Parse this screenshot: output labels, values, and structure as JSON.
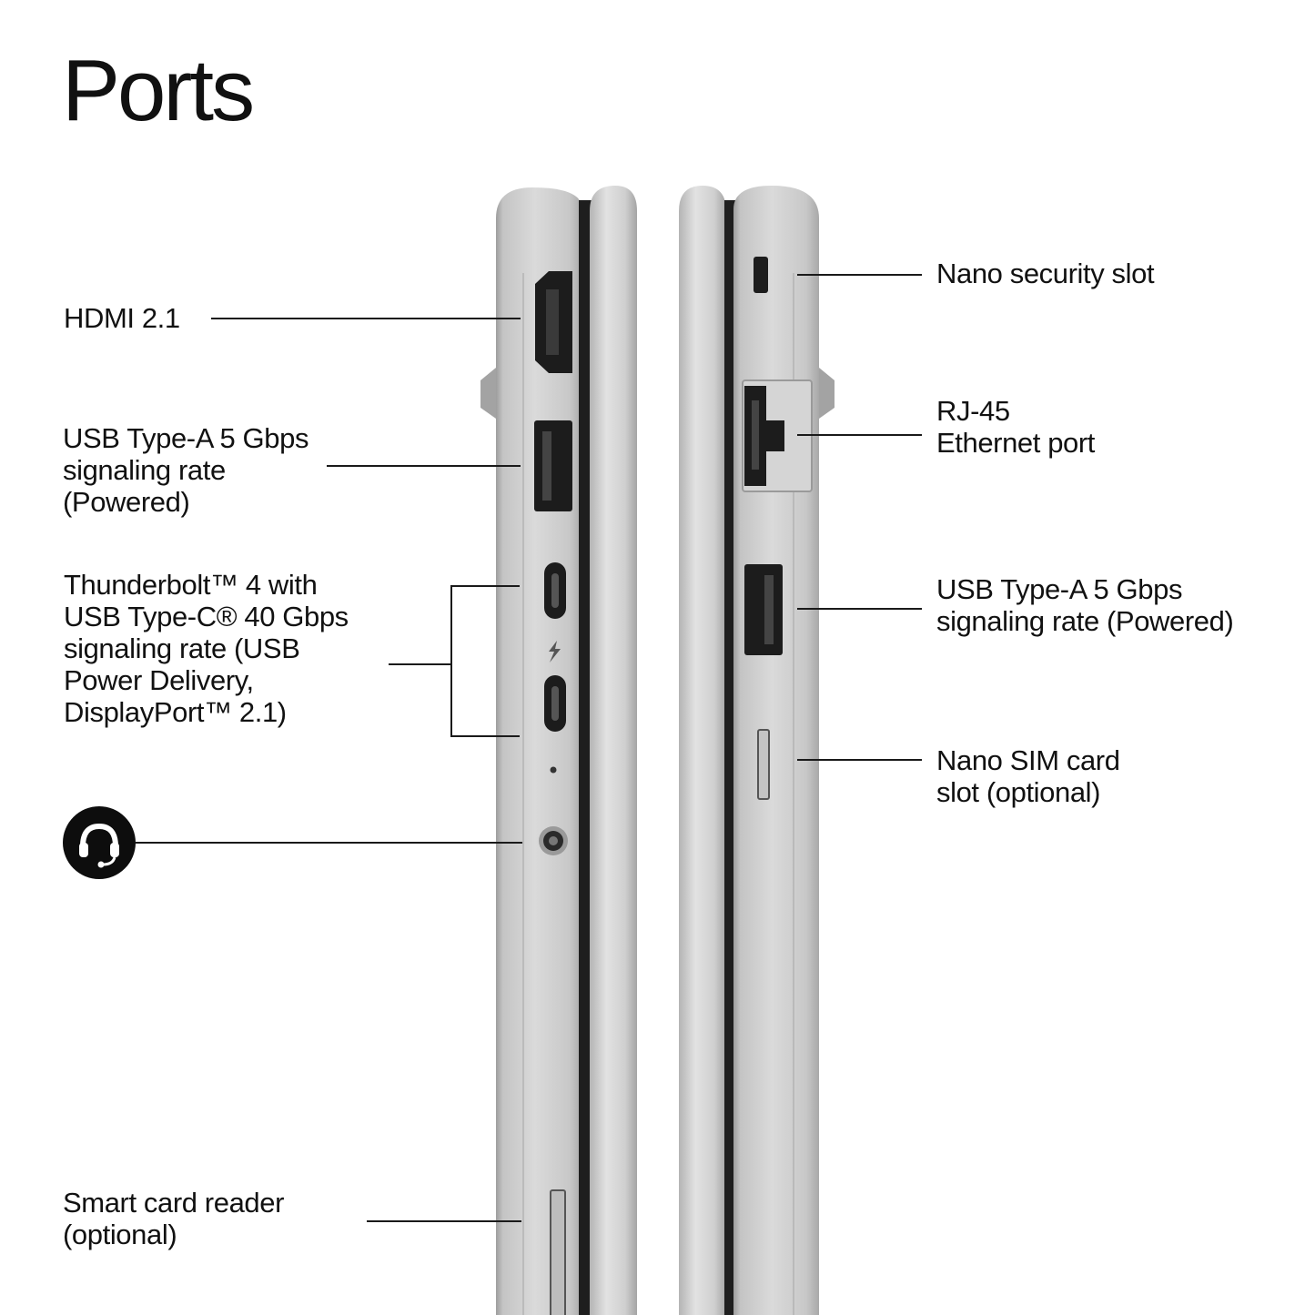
{
  "title": "Ports",
  "left_labels": {
    "hdmi": [
      "HDMI 2.1"
    ],
    "usb_a": [
      "USB Type-A 5 Gbps",
      "signaling rate",
      "(Powered)"
    ],
    "thunderbolt": [
      "Thunderbolt™ 4 with",
      "USB Type-C® 40 Gbps",
      "signaling rate (USB",
      "Power Delivery,",
      "DisplayPort™ 2.1)"
    ],
    "smart_card": [
      "Smart card reader",
      "(optional)"
    ]
  },
  "right_labels": {
    "security": [
      "Nano security slot"
    ],
    "rj45": [
      "RJ-45",
      "Ethernet port"
    ],
    "usb_a": [
      "USB Type-A 5 Gbps",
      "signaling rate (Powered)"
    ],
    "sim": [
      "Nano SIM card",
      "slot (optional)"
    ]
  },
  "icons": {
    "audio_jack": "headset-icon",
    "thunderbolt": "lightning-bolt-icon"
  },
  "colors": {
    "text": "#111111",
    "leader_lines": "#1a1a1a",
    "chassis": "#c9c9c9",
    "port": "#1c1c1c",
    "badge": "#0d0d0d"
  }
}
